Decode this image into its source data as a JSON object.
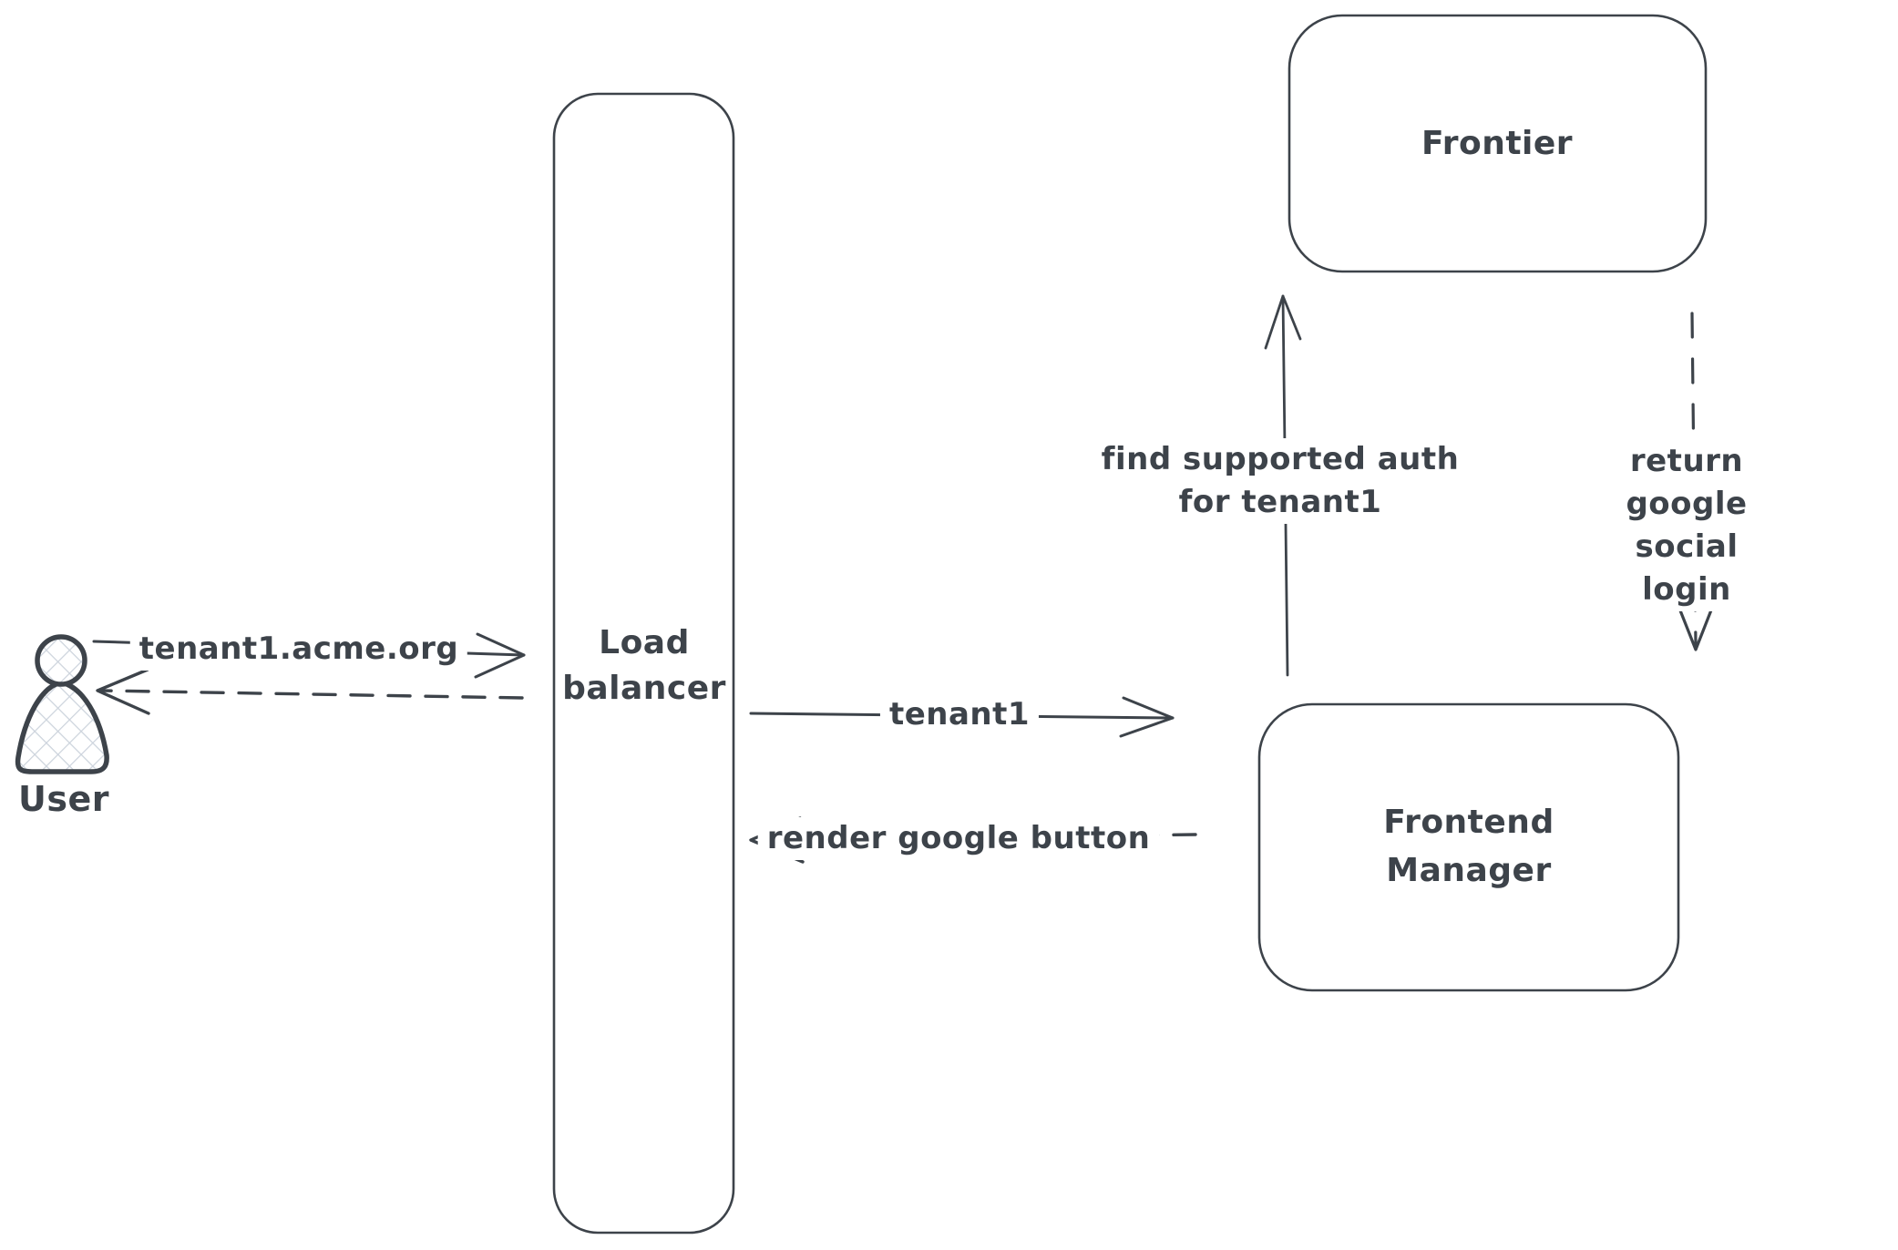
{
  "diagram": {
    "type": "hand-drawn architecture sequence diagram",
    "background_color": "#ffffff",
    "stroke_color": "#3d434a",
    "user_icon_hatch_color": "#ccd3dc",
    "nodes": {
      "user": {
        "label": "User",
        "shape": "person-icon"
      },
      "load_balancer": {
        "label": "Load\nbalancer",
        "shape": "rounded-rectangle"
      },
      "frontier": {
        "label": "Frontier",
        "shape": "rounded-rectangle"
      },
      "frontend_manager": {
        "label": "Frontend\nManager",
        "shape": "rounded-rectangle"
      }
    },
    "edges": {
      "request": {
        "label": "tenant1.acme.org",
        "style": "solid",
        "from": "user",
        "to": "load_balancer"
      },
      "response": {
        "style": "dashed",
        "from": "load_balancer",
        "to": "user"
      },
      "forward": {
        "label": "tenant1",
        "style": "solid",
        "from": "load_balancer",
        "to": "frontend_manager"
      },
      "render": {
        "label": "render google button",
        "style": "dashed",
        "from": "frontend_manager",
        "to": "load_balancer"
      },
      "find_auth": {
        "label": "find supported auth\nfor tenant1",
        "style": "solid",
        "from": "frontend_manager",
        "to": "frontier"
      },
      "return_login": {
        "label": "return google social\nlogin",
        "style": "dashed",
        "from": "frontier",
        "to": "frontend_manager"
      }
    }
  }
}
